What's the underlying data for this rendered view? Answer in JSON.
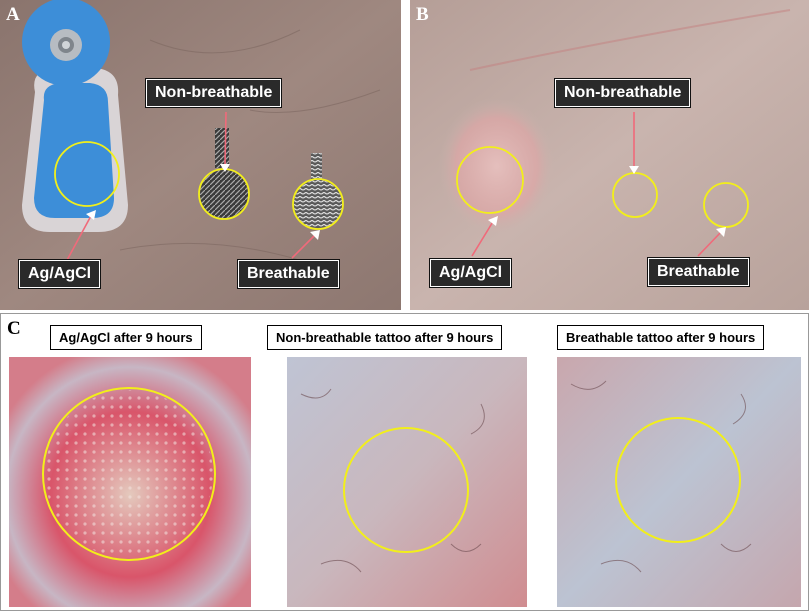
{
  "panels": {
    "a": {
      "letter": "A",
      "label_non_breathable": "Non-breathable",
      "label_agagcl": "Ag/AgCl",
      "label_breathable": "Breathable"
    },
    "b": {
      "letter": "B",
      "label_non_breathable": "Non-breathable",
      "label_agagcl": "Ag/AgCl",
      "label_breathable": "Breathable"
    },
    "c": {
      "letter": "C",
      "captions": [
        "Ag/AgCl after 9 hours",
        "Non-breathable tattoo after 9 hours",
        "Breathable tattoo after 9 hours"
      ]
    }
  },
  "colors": {
    "skin": "#9b837a",
    "skin_light": "#c7b0aa",
    "marker_circle": "#f2ef1a",
    "electrode_blue": "#3d8ed8",
    "arrow_pink": "#f06a7a",
    "irritation_red": "#d9556a"
  }
}
